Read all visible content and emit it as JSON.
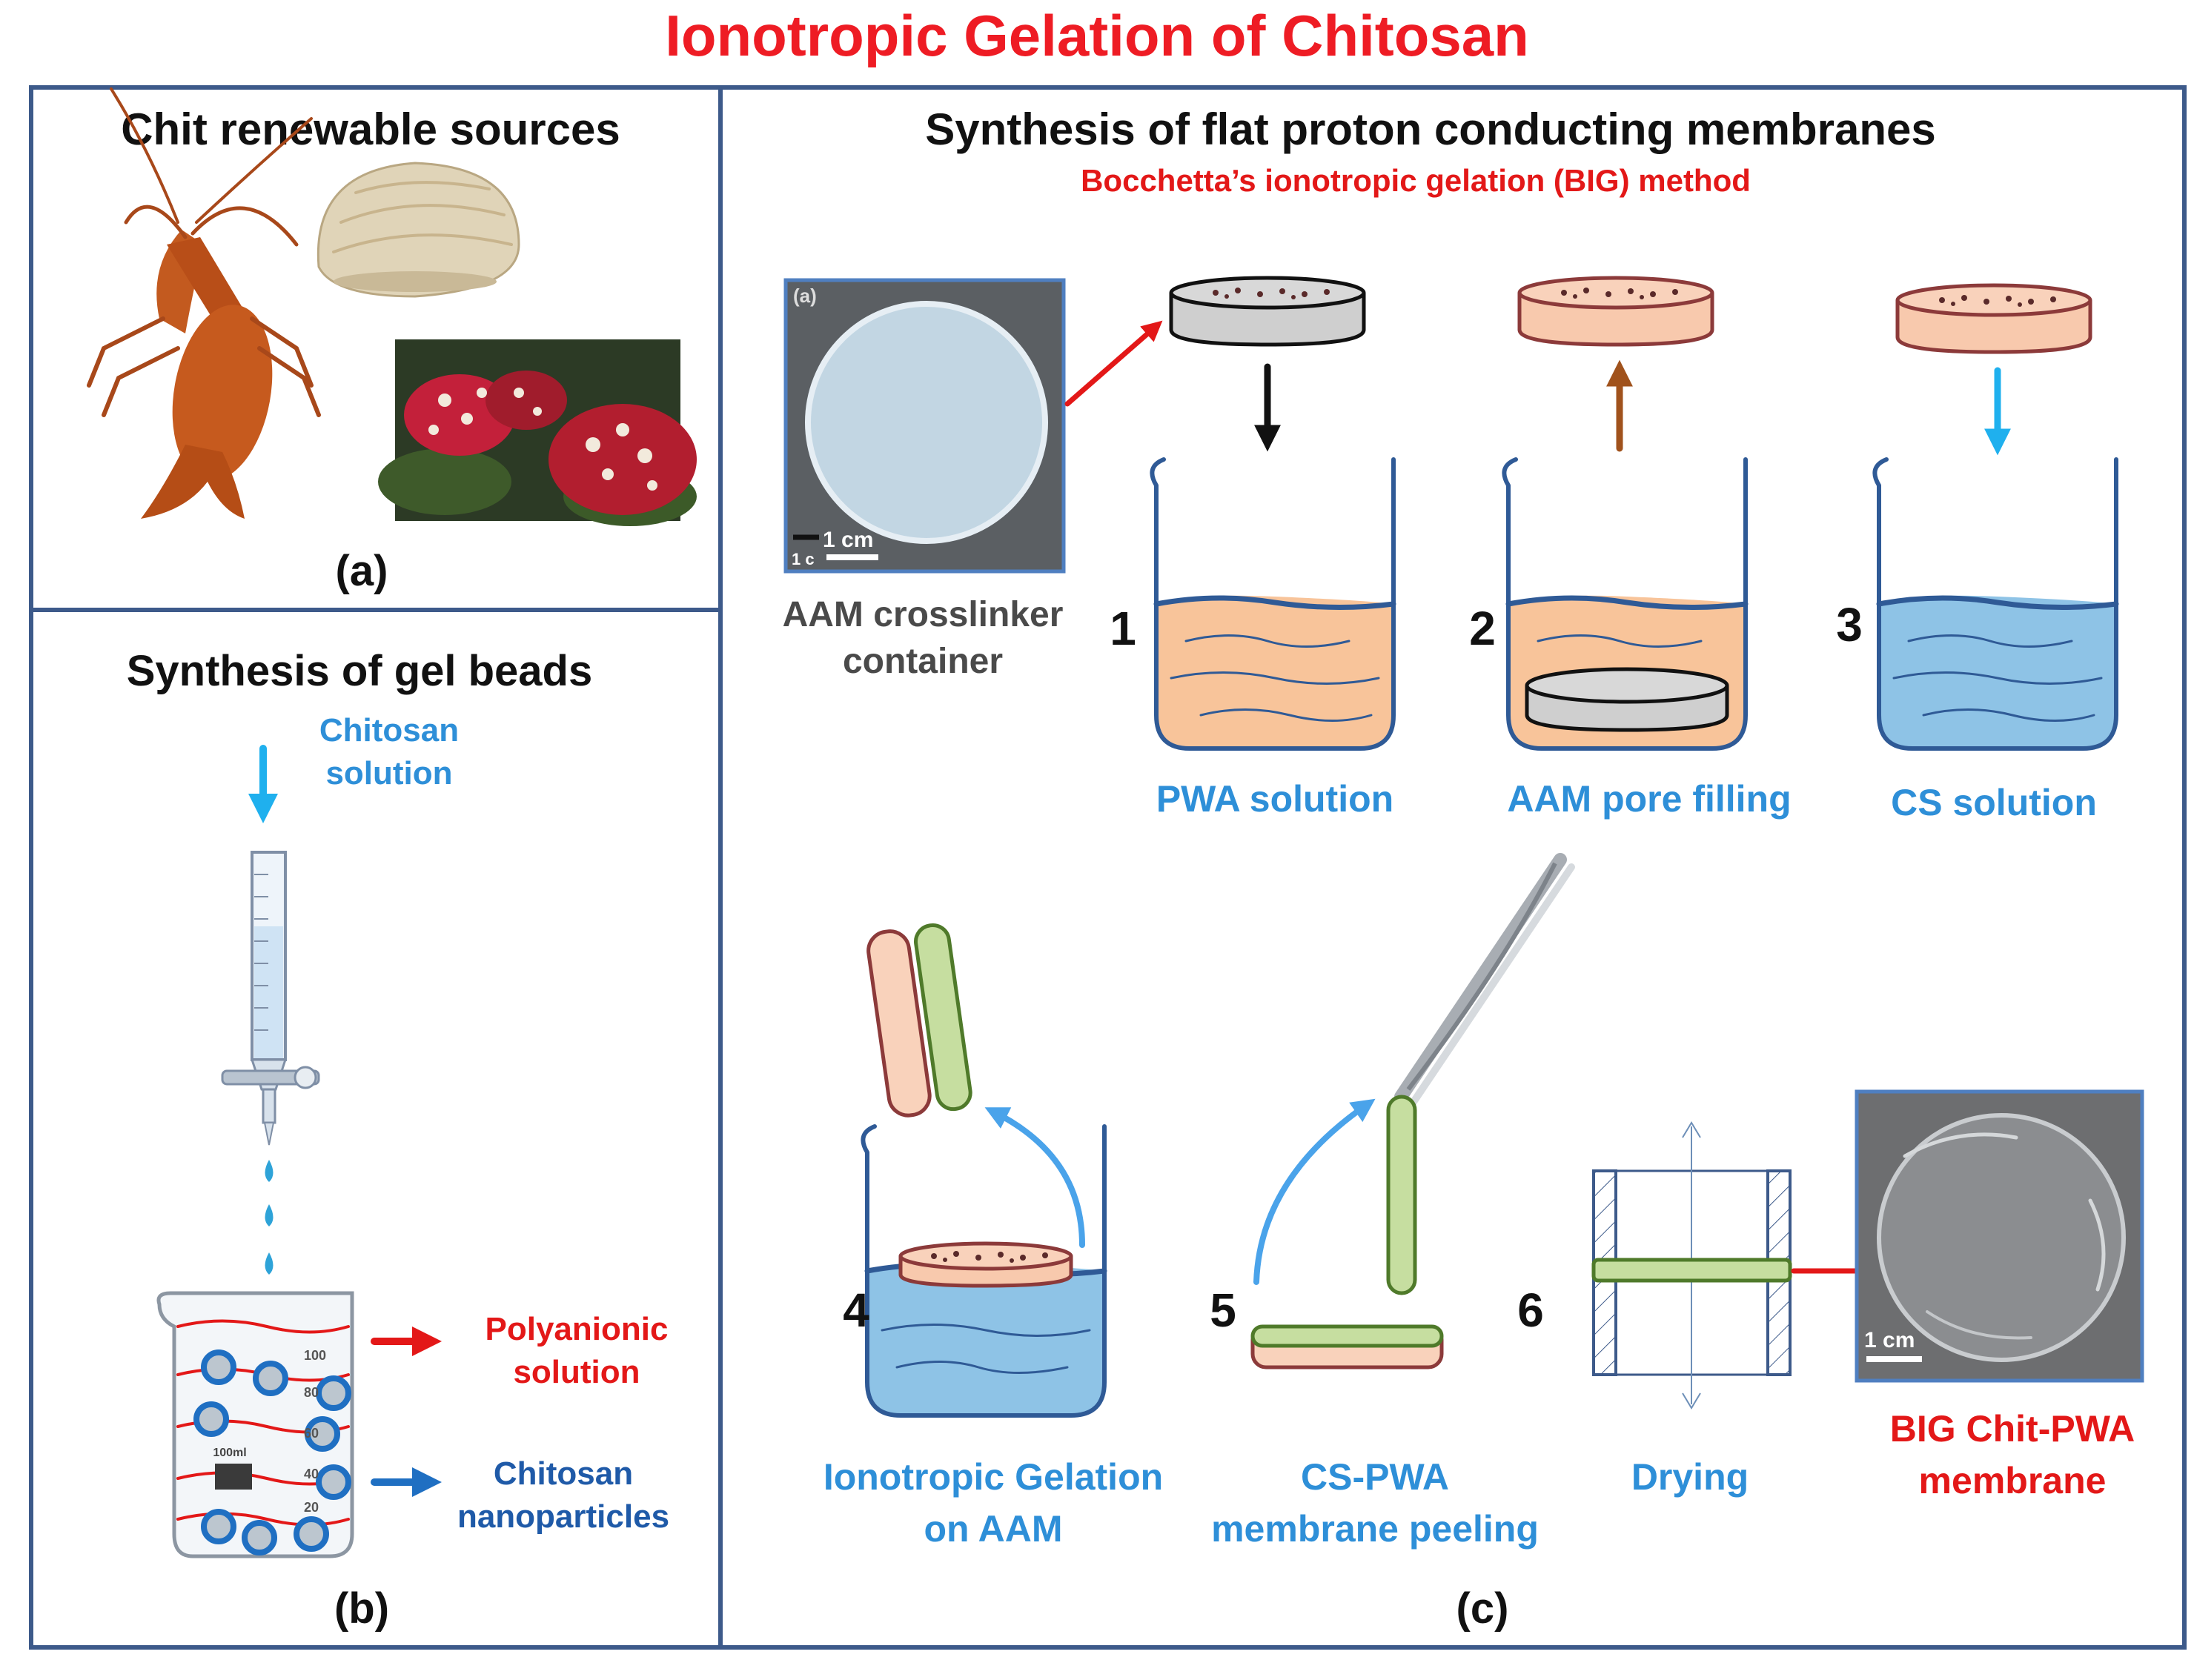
{
  "title": "Ionotropic Gelation of Chitosan",
  "colors": {
    "title_red": "#ee1c24",
    "panel_border": "#3d5a8a",
    "beaker_blue": "#2f5a96",
    "pwa_orange": "#f8c49a",
    "cs_blue": "#8ec3e6",
    "membrane_green": "#c6dea0",
    "label_blue": "#2e8fd8",
    "label_red": "#e31818"
  },
  "panel_a": {
    "heading": "Chit renewable sources",
    "label": "(a)",
    "icons": [
      "lobster-icon",
      "clam-shell-icon",
      "mushroom-photo"
    ]
  },
  "panel_b": {
    "heading": "Synthesis of gel beads",
    "input_label_line1": "Chitosan",
    "input_label_line2": "solution",
    "poly_label_line1": "Polyanionic",
    "poly_label_line2": "solution",
    "nano_label_line1": "Chitosan",
    "nano_label_line2": "nanoparticles",
    "beaker_text": "100ml",
    "beaker_scale": [
      "100",
      "80",
      "60",
      "40",
      "20"
    ],
    "label": "(b)"
  },
  "panel_c": {
    "heading": "Synthesis of flat proton conducting membranes",
    "subheading": "Bocchetta’s ionotropic gelation (BIG) method",
    "photo_tag": "(a)",
    "scale_label": "1 cm",
    "scale_label_small": "1 c",
    "aam_label_line1": "AAM crosslinker",
    "aam_label_line2": "container",
    "steps": [
      {
        "num": "1",
        "label": "PWA solution"
      },
      {
        "num": "2",
        "label": "AAM pore filling"
      },
      {
        "num": "3",
        "label": "CS solution"
      },
      {
        "num": "4",
        "label_line1": "Ionotropic Gelation",
        "label_line2": "on AAM"
      },
      {
        "num": "5",
        "label_line1": "CS-PWA",
        "label_line2": "membrane peeling"
      },
      {
        "num": "6",
        "label": "Drying"
      }
    ],
    "final_label_line1": "BIG Chit-PWA",
    "final_label_line2": "membrane",
    "final_scale_label": "1 cm",
    "label": "(c)"
  }
}
